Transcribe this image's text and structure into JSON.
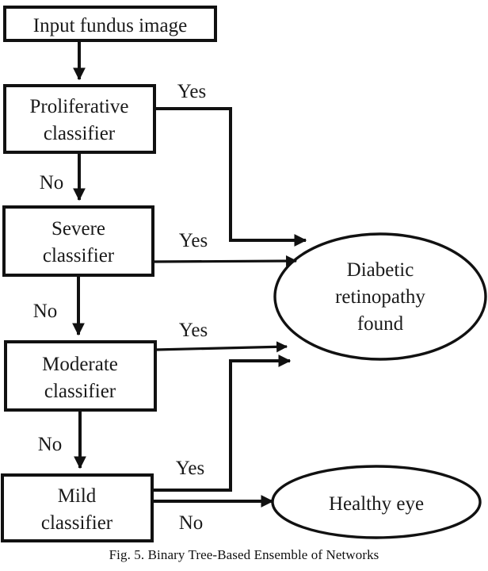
{
  "figure": {
    "caption": "Fig. 5.  Binary Tree-Based Ensemble of Networks",
    "caption_number": "Fig. 5.",
    "caption_title": "Binary Tree-Based Ensemble of Networks",
    "background_color": "#ffffff",
    "line_color": "#111111"
  },
  "nodes": {
    "input": {
      "id": "input-fundus-image",
      "shape": "rectangle",
      "label": "Input fundus image"
    },
    "proliferative": {
      "id": "proliferative-classifier",
      "shape": "rectangle",
      "line1": "Proliferative",
      "line2": "classifier"
    },
    "severe": {
      "id": "severe-classifier",
      "shape": "rectangle",
      "line1": "Severe",
      "line2": "classifier"
    },
    "moderate": {
      "id": "moderate-classifier",
      "shape": "rectangle",
      "line1": "Moderate",
      "line2": "classifier"
    },
    "mild": {
      "id": "mild-classifier",
      "shape": "rectangle",
      "line1": "Mild",
      "line2": "classifier"
    },
    "dr_found": {
      "id": "diabetic-retinopathy-found",
      "shape": "ellipse",
      "line1": "Diabetic",
      "line2": "retinopathy",
      "line3": "found"
    },
    "healthy": {
      "id": "healthy-eye",
      "shape": "ellipse",
      "label": "Healthy eye"
    }
  },
  "edges": [
    {
      "id": "input-to-proliferative",
      "from": "input",
      "to": "proliferative",
      "label": ""
    },
    {
      "id": "proliferative-yes",
      "from": "proliferative",
      "to": "dr_found",
      "label": "Yes"
    },
    {
      "id": "proliferative-no",
      "from": "proliferative",
      "to": "severe",
      "label": "No"
    },
    {
      "id": "severe-yes",
      "from": "severe",
      "to": "dr_found",
      "label": "Yes"
    },
    {
      "id": "severe-no",
      "from": "severe",
      "to": "moderate",
      "label": "No"
    },
    {
      "id": "moderate-yes",
      "from": "moderate",
      "to": "dr_found",
      "label": "Yes"
    },
    {
      "id": "moderate-no",
      "from": "moderate",
      "to": "mild",
      "label": "No"
    },
    {
      "id": "mild-yes",
      "from": "mild",
      "to": "dr_found",
      "label": "Yes"
    },
    {
      "id": "mild-no",
      "from": "mild",
      "to": "healthy",
      "label": "No"
    }
  ],
  "labels": {
    "yes_1": "Yes",
    "yes_2": "Yes",
    "yes_3": "Yes",
    "yes_4": "Yes",
    "no_1": "No",
    "no_2": "No",
    "no_3": "No",
    "no_4": "No"
  }
}
